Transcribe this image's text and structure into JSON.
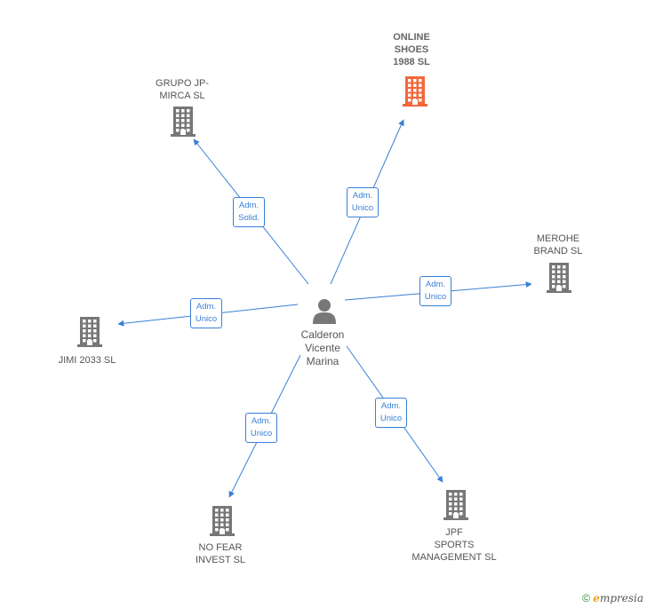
{
  "center": {
    "name_lines": [
      "Calderon",
      "Vicente",
      "Marina"
    ],
    "icon": "person-icon"
  },
  "nodes": [
    {
      "id": "online-shoes",
      "lines": [
        "ONLINE",
        "SHOES",
        "1988  SL"
      ],
      "highlight": true,
      "icon": "building-icon",
      "color": "#f2673a"
    },
    {
      "id": "grupo-jp-mirca",
      "lines": [
        "GRUPO JP-",
        "MIRCA SL"
      ],
      "highlight": false,
      "icon": "building-icon",
      "color": "#777777"
    },
    {
      "id": "merohe-brand",
      "lines": [
        "MEROHE",
        "BRAND  SL"
      ],
      "highlight": false,
      "icon": "building-icon",
      "color": "#777777"
    },
    {
      "id": "jimi-2033",
      "lines": [
        "JIMI 2033 SL"
      ],
      "highlight": false,
      "icon": "building-icon",
      "color": "#777777"
    },
    {
      "id": "no-fear-invest",
      "lines": [
        "NO FEAR",
        "INVEST  SL"
      ],
      "highlight": false,
      "icon": "building-icon",
      "color": "#777777"
    },
    {
      "id": "jpf-sports",
      "lines": [
        "JPF",
        "SPORTS",
        "MANAGEMENT SL"
      ],
      "highlight": false,
      "icon": "building-icon",
      "color": "#777777"
    }
  ],
  "edges": [
    {
      "to": "online-shoes",
      "role": [
        "Adm.",
        "Unico"
      ]
    },
    {
      "to": "grupo-jp-mirca",
      "role": [
        "Adm.",
        "Solid."
      ]
    },
    {
      "to": "merohe-brand",
      "role": [
        "Adm.",
        "Unico"
      ]
    },
    {
      "to": "jimi-2033",
      "role": [
        "Adm.",
        "Unico"
      ]
    },
    {
      "to": "no-fear-invest",
      "role": [
        "Adm.",
        "Unico"
      ]
    },
    {
      "to": "jpf-sports",
      "role": [
        "Adm.",
        "Unico"
      ]
    }
  ],
  "footer": {
    "copyright": "©",
    "brand_first": "e",
    "brand_rest": "mpresia"
  },
  "colors": {
    "edge": "#3a7fd5",
    "person": "#777777"
  }
}
